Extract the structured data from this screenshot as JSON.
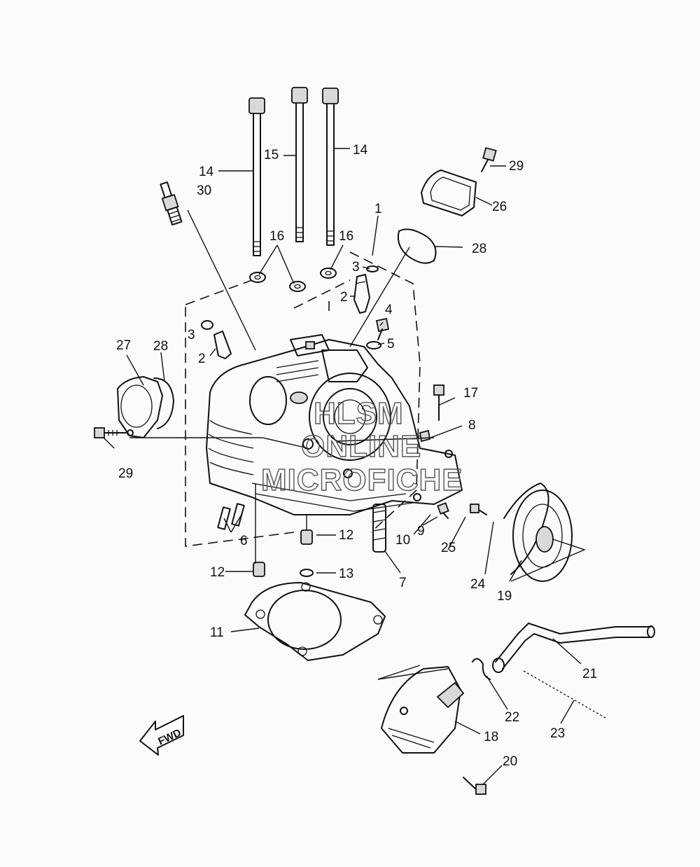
{
  "callouts": [
    "1",
    "2",
    "2",
    "3",
    "3",
    "4",
    "5",
    "6",
    "7",
    "8",
    "9",
    "10",
    "11",
    "12",
    "12",
    "13",
    "14",
    "14",
    "15",
    "16",
    "16",
    "17",
    "18",
    "19",
    "20",
    "21",
    "22",
    "23",
    "24",
    "25",
    "26",
    "27",
    "28",
    "28",
    "29",
    "29",
    "30"
  ],
  "watermark": {
    "line1": "HLSM",
    "line2": "ONLINE",
    "line3": "MICROFICHE"
  },
  "direction_label": "FWD",
  "colors": {
    "line": "#111111",
    "background": "#fbfbfb",
    "shade": "#d9d9d9"
  }
}
